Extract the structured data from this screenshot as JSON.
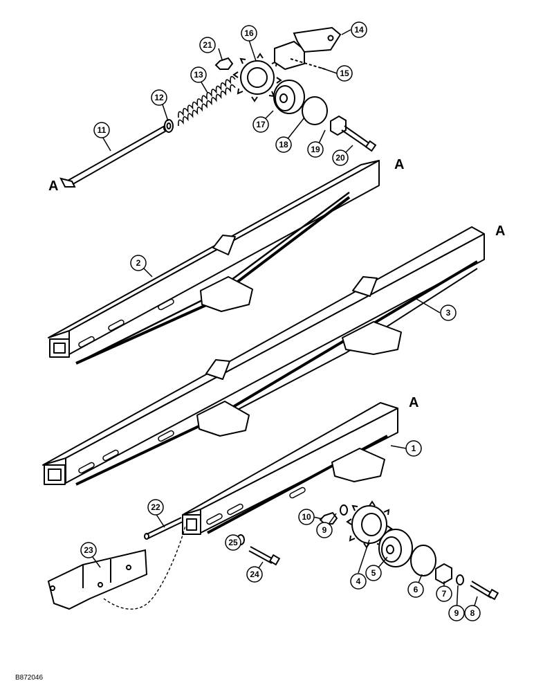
{
  "diagram": {
    "figure_code": "B872046",
    "section_label": "A",
    "callouts": [
      "1",
      "2",
      "3",
      "4",
      "5",
      "6",
      "7",
      "8",
      "9",
      "10",
      "11",
      "12",
      "13",
      "14",
      "15",
      "16",
      "17",
      "18",
      "19",
      "20",
      "21",
      "22",
      "23",
      "24",
      "25"
    ]
  }
}
